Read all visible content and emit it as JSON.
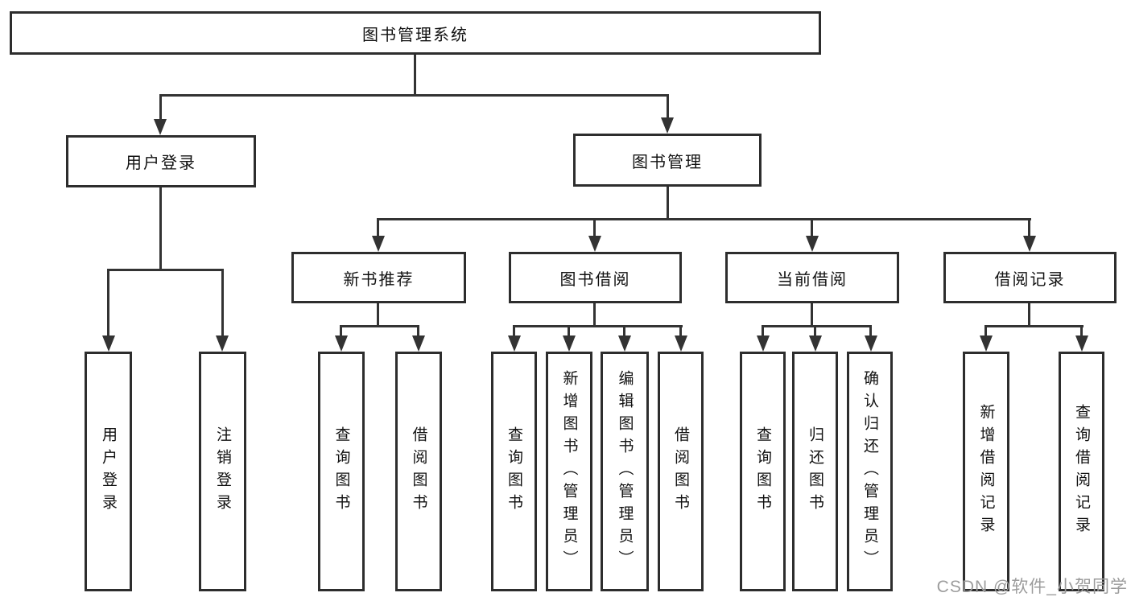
{
  "diagram": {
    "title": "图书管理系统",
    "branches": [
      {
        "label": "用户登录",
        "children": [
          {
            "label": "用户登录"
          },
          {
            "label": "注销登录"
          }
        ]
      },
      {
        "label": "图书管理",
        "children": [
          {
            "label": "新书推荐",
            "children": [
              {
                "label": "查询图书"
              },
              {
                "label": "借阅图书"
              }
            ]
          },
          {
            "label": "图书借阅",
            "children": [
              {
                "label": "查询图书"
              },
              {
                "label": "新增图书（管理员）"
              },
              {
                "label": "编辑图书（管理员）"
              },
              {
                "label": "借阅图书"
              }
            ]
          },
          {
            "label": "当前借阅",
            "children": [
              {
                "label": "查询图书"
              },
              {
                "label": "归还图书"
              },
              {
                "label": "确认归还（管理员）"
              }
            ]
          },
          {
            "label": "借阅记录",
            "children": [
              {
                "label": "新增借阅记录"
              },
              {
                "label": "查询借阅记录"
              }
            ]
          }
        ]
      }
    ]
  },
  "watermark": {
    "text": "CSDN @软件_小贺同学",
    "color": "#9c9c9c"
  },
  "colors": {
    "line": "#333333",
    "box_border": "#2d2d2d",
    "background": "#ffffff",
    "text": "#111111"
  }
}
